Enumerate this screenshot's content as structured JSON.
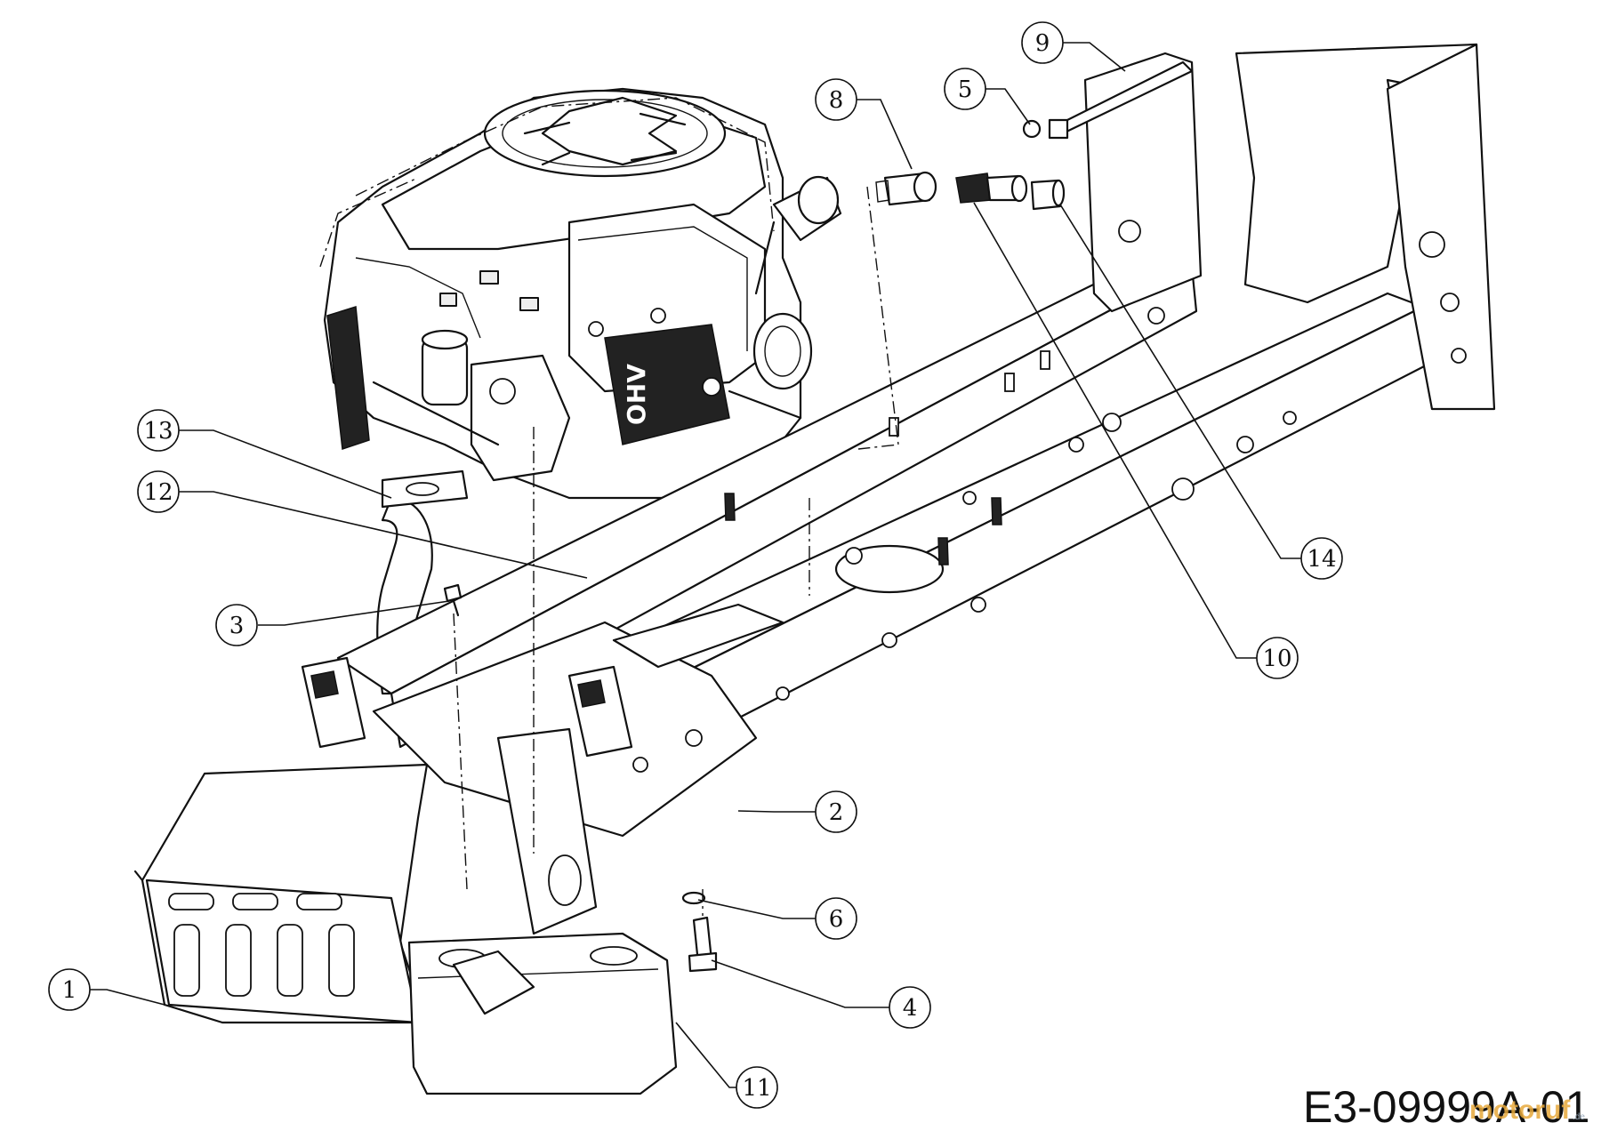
{
  "diagram": {
    "callouts": [
      {
        "label": "1"
      },
      {
        "label": "2"
      },
      {
        "label": "3"
      },
      {
        "label": "4"
      },
      {
        "label": "5"
      },
      {
        "label": "6"
      },
      {
        "label": "8"
      },
      {
        "label": "9"
      },
      {
        "label": "10"
      },
      {
        "label": "11"
      },
      {
        "label": "12"
      },
      {
        "label": "13"
      },
      {
        "label": "14"
      }
    ],
    "engine_marking": "OHV",
    "drawing_code": "E3-09999A-01",
    "watermark": "motoruf",
    "watermark_suffix": ".de"
  }
}
